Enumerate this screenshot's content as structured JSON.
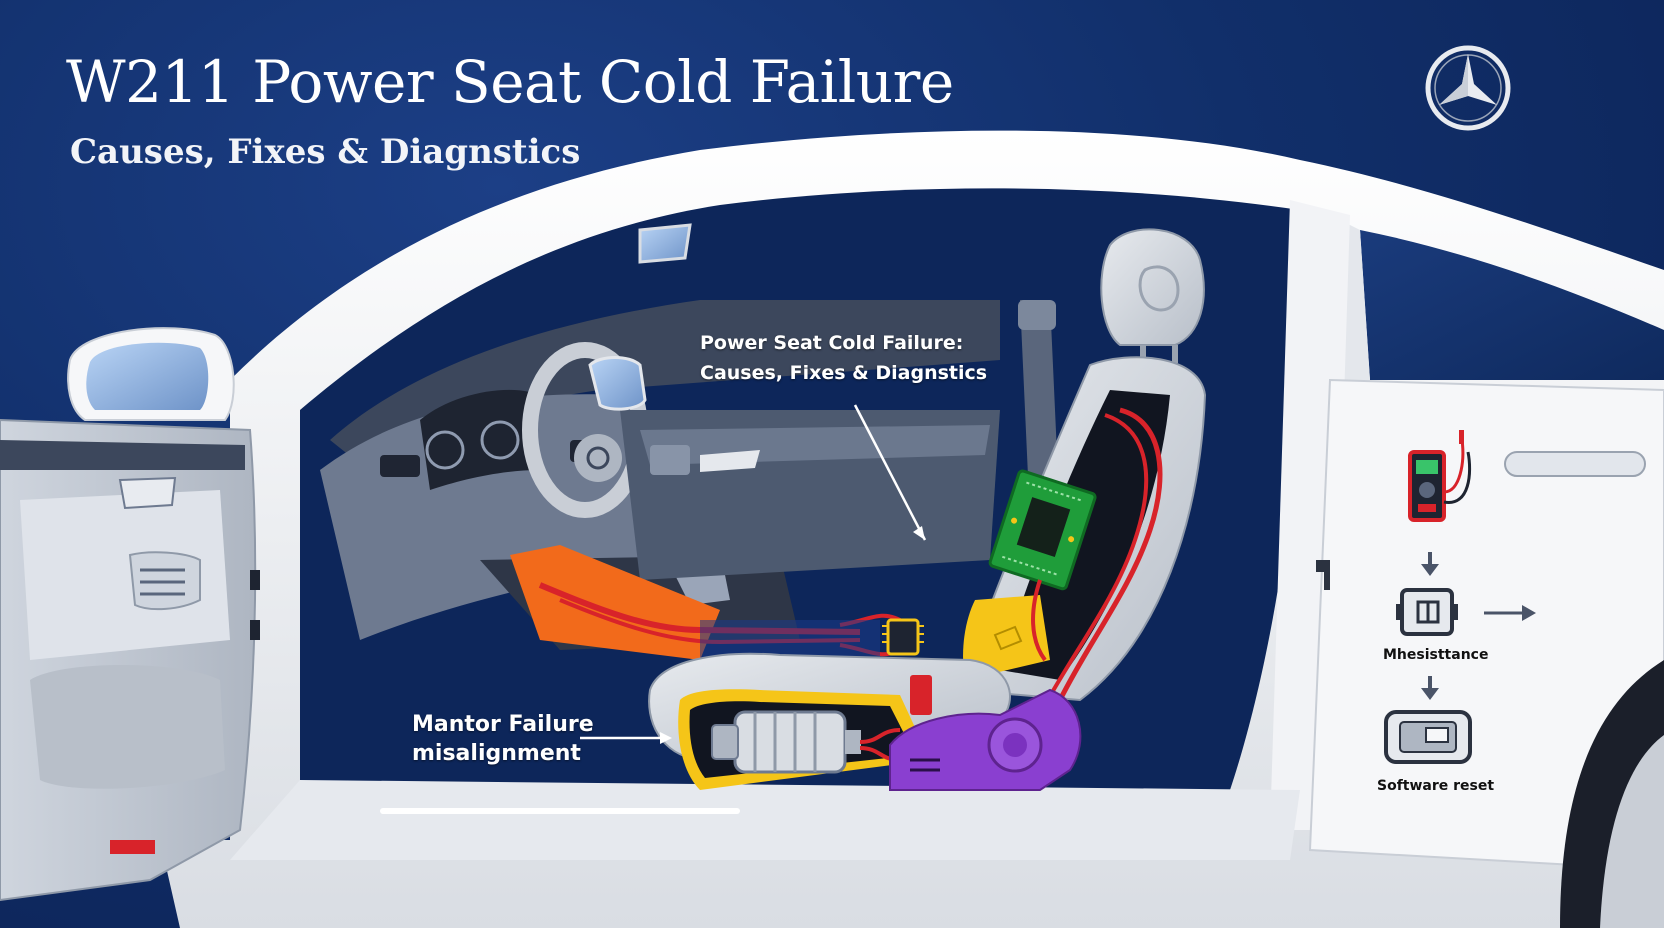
{
  "header": {
    "title": "W211 Power Seat Cold Failure",
    "subtitle": "Causes, Fixes & Diagnstics"
  },
  "callouts": {
    "seat": {
      "line1": "Power Seat Cold Failure:",
      "line2": "Causes, Fixes & Diagnstics"
    },
    "motor": {
      "line1": "Mantor Failure",
      "line2": "misalignment"
    }
  },
  "diagnostic_flow": {
    "step1_icon": "multimeter-icon",
    "step2_icon": "control-module-icon",
    "step2_label": "Mhesisttance",
    "step3_icon": "ecu-box-icon",
    "step3_label": "Software reset"
  },
  "logo": "mercedes-star-logo",
  "colors": {
    "background": "#112f6a",
    "car_body": "#f4f5f7",
    "interior": "#4d5a70",
    "wiring_red": "#d8232a",
    "wiring_orange": "#f26a1b",
    "module_yellow": "#f5c518",
    "motor_purple": "#8a3fd0",
    "pcb_green": "#1f9d3a"
  }
}
